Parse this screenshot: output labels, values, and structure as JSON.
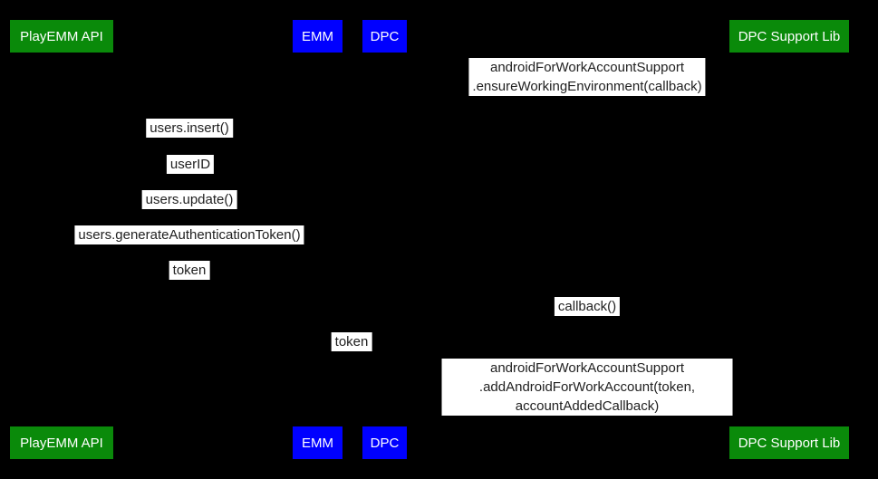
{
  "diagram": {
    "type": "sequence-diagram",
    "colors": {
      "background": "#000000",
      "actor_green": "#0a8a0a",
      "actor_blue": "#0000ff",
      "actor_text": "#ffffff",
      "message_background": "#ffffff",
      "message_text": "#212121"
    },
    "actors": [
      {
        "label": "PlayEMM API",
        "color": "#0a8a0a"
      },
      {
        "label": "EMM",
        "color": "#0000ff"
      },
      {
        "label": "DPC",
        "color": "#0000ff"
      },
      {
        "label": "DPC Support Lib",
        "color": "#0a8a0a"
      }
    ],
    "messages": [
      {
        "text": "androidForWorkAccountSupport\n.ensureWorkingEnvironment(callback)"
      },
      {
        "text": "users.insert()"
      },
      {
        "text": "userID"
      },
      {
        "text": "users.update()"
      },
      {
        "text": "users.generateAuthenticationToken()"
      },
      {
        "text": "token"
      },
      {
        "text": "callback()"
      },
      {
        "text": "token"
      },
      {
        "text": "androidForWorkAccountSupport\n.addAndroidForWorkAccount(token, accountAddedCallback)"
      }
    ]
  }
}
